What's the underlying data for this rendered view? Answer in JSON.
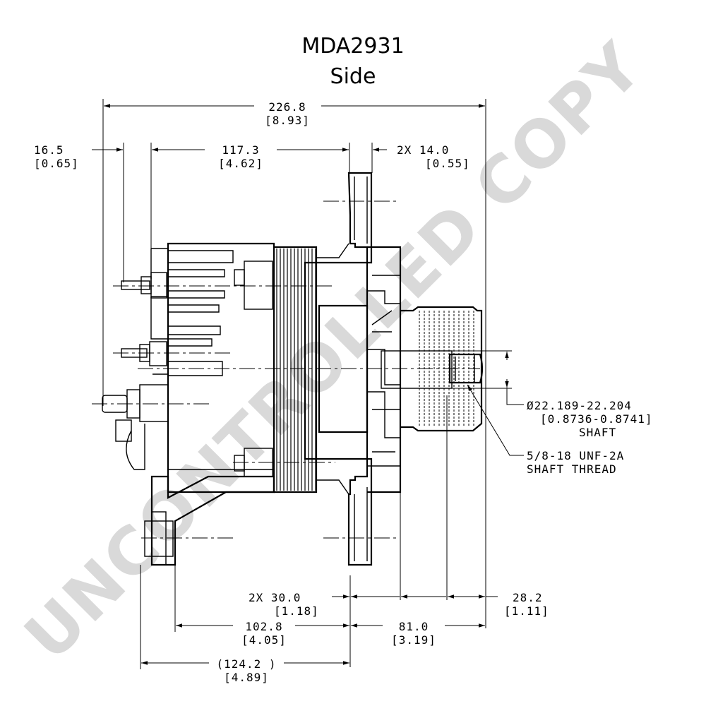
{
  "title": "MDA2931",
  "subtitle": "Side",
  "watermark": "UNCONTROLLED COPY",
  "dimensions": {
    "overall_length": "226.8",
    "overall_length_in": "[8.93]",
    "terminal_offset": "16.5",
    "terminal_offset_in": "[0.65]",
    "housing_length": "117.3",
    "housing_length_in": "[4.62]",
    "ear_width": "2X 14.0",
    "ear_width_in": "[0.55]",
    "shaft_diameter": "Ø22.189-22.204",
    "shaft_diameter_in": "[0.8736-0.8741]",
    "shaft_label": "SHAFT",
    "thread_spec": "5/8-18 UNF-2A",
    "thread_label": "SHAFT THREAD",
    "ear_spacing": "2X 30.0",
    "ear_spacing_in": "[1.18]",
    "shaft_extension": "28.2",
    "shaft_extension_in": "[1.11]",
    "foot_to_ear": "102.8",
    "foot_to_ear_in": "[4.05]",
    "ear_to_end": "81.0",
    "ear_to_end_in": "[3.19]",
    "base_length": "(124.2 )",
    "base_length_in": "[4.89]"
  }
}
